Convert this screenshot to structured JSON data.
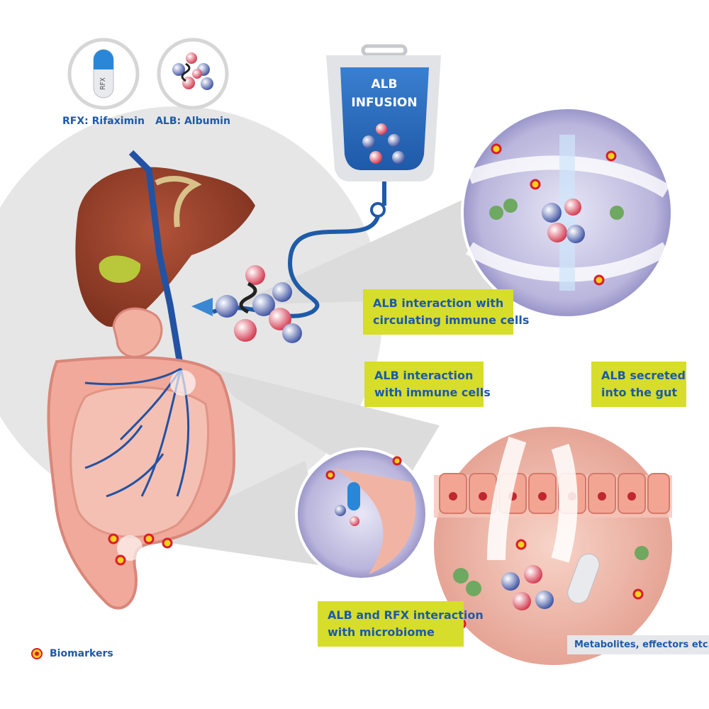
{
  "legend_top": {
    "rfx": {
      "label": "RFX: Rifaximin",
      "icon": "capsule-icon",
      "capsule_text": "RFX"
    },
    "alb": {
      "label": "ALB: Albumin",
      "icon": "albumin-molecule-icon"
    }
  },
  "infusion_bag": {
    "line1": "ALB",
    "line2": "INFUSION"
  },
  "callouts": {
    "circulating": [
      "ALB interaction with",
      "circulating immune cells"
    ],
    "immune": [
      "ALB interaction",
      "with immune cells"
    ],
    "secreted": [
      "ALB secreted",
      "into the gut"
    ],
    "microbiome": [
      "ALB and RFX interaction",
      "with microbiome"
    ]
  },
  "metabolites_label": "Metabolites, effectors etc.",
  "biomarkers_label": "Biomarkers",
  "colors": {
    "accent_blue": "#1e5aa8",
    "callout_yellow": "#d6dd2a",
    "liver": "#8e3a22",
    "intestine": "#f0a99a",
    "biomarker_red": "#d81e2c",
    "biomarker_yellow": "#f4d21f"
  }
}
